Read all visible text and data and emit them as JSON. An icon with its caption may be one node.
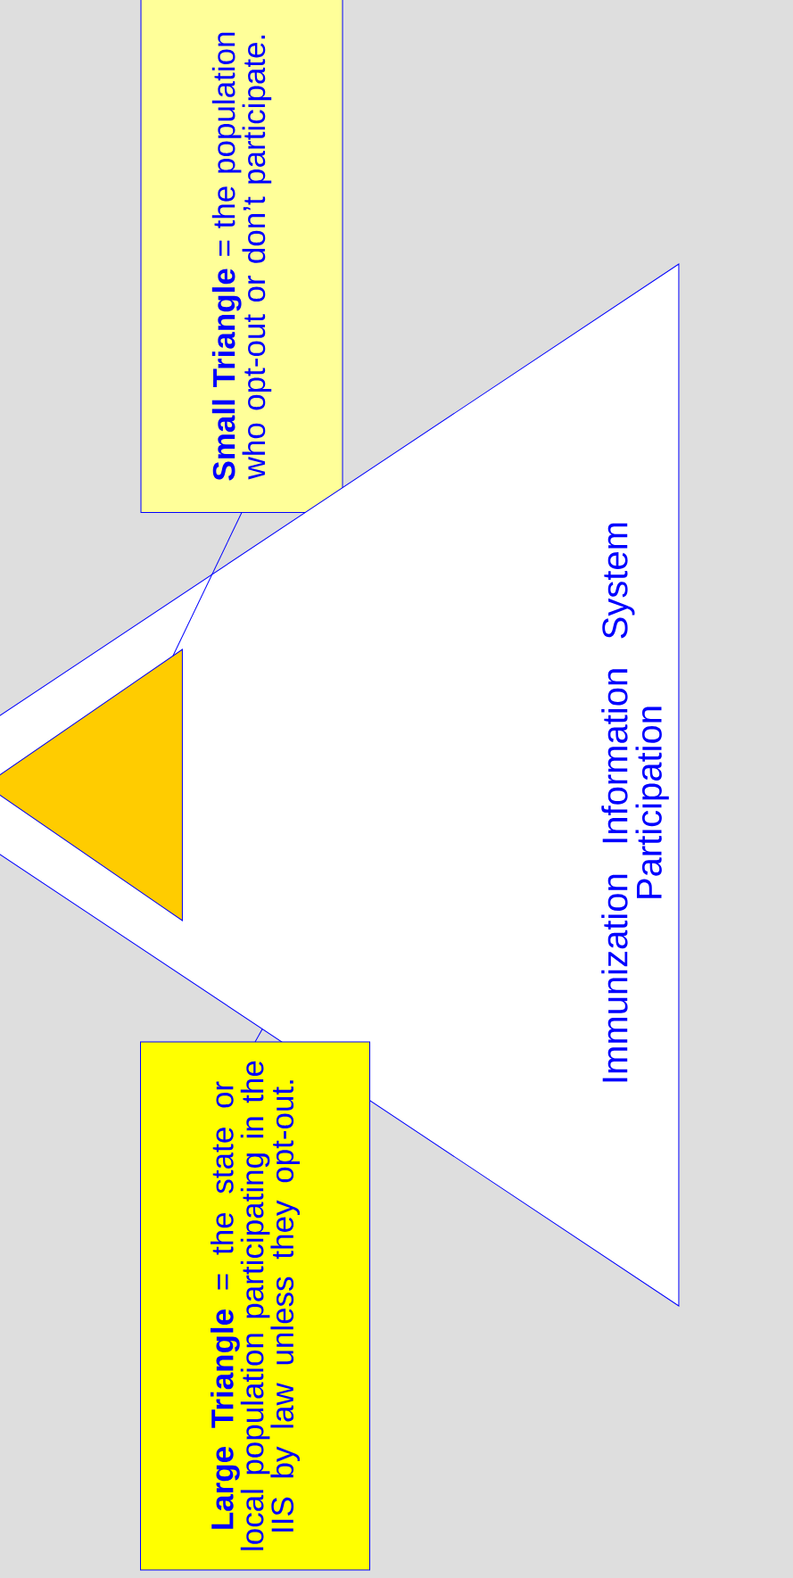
{
  "diagram": {
    "nodes": [
      {
        "text": [
          "**Small Triangle** = the population who opt-out or don’t participate."
        ]
      },
      {
        "text": [
          "Immunization Information System Participation"
        ]
      },
      {
        "text": [],
        "shape": "triangle",
        "in": 1
      },
      {
        "text": [
          "**Large Triangle** = the state or local population participating in the IIS by law unless they opt-out."
        ]
      }
    ],
    "edges": [
      {
        "from": 0,
        "to": 2,
        "arrow": "none"
      },
      {
        "from": 3,
        "to": 1,
        "arrow": "none"
      }
    ]
  }
}
